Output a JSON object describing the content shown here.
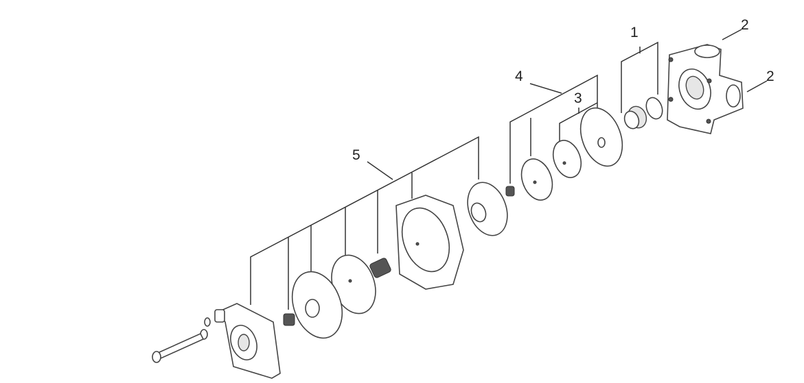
{
  "diagram": {
    "callouts": [
      {
        "id": "callout-1",
        "text": "1"
      },
      {
        "id": "callout-2a",
        "text": "2"
      },
      {
        "id": "callout-2b",
        "text": "2"
      },
      {
        "id": "callout-3",
        "text": "3"
      },
      {
        "id": "callout-4",
        "text": "4"
      },
      {
        "id": "callout-5",
        "text": "5"
      }
    ]
  }
}
